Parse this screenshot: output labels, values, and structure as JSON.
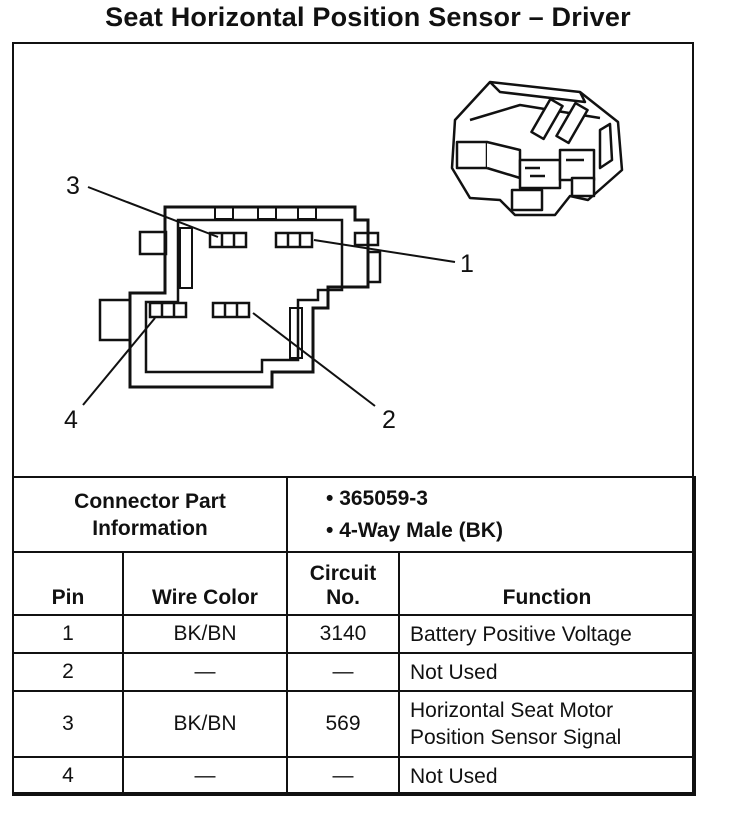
{
  "title": "Seat Horizontal Position Sensor – Driver",
  "diagram": {
    "pin_labels": [
      "1",
      "2",
      "3",
      "4"
    ]
  },
  "connector_info": {
    "label_line1": "Connector Part",
    "label_line2": "Information",
    "items": [
      "365059-3",
      "4-Way Male (BK)"
    ]
  },
  "table": {
    "headers": {
      "pin": "Pin",
      "wire_color": "Wire Color",
      "circuit_line1": "Circuit",
      "circuit_line2": "No.",
      "function": "Function"
    },
    "rows": [
      {
        "pin": "1",
        "wire_color": "BK/BN",
        "circuit": "3140",
        "function_line1": "Battery Positive Voltage",
        "function_line2": ""
      },
      {
        "pin": "2",
        "wire_color": "—",
        "circuit": "—",
        "function_line1": "Not Used",
        "function_line2": ""
      },
      {
        "pin": "3",
        "wire_color": "BK/BN",
        "circuit": "569",
        "function_line1": "Horizontal Seat Motor",
        "function_line2": "Position Sensor Signal"
      },
      {
        "pin": "4",
        "wire_color": "—",
        "circuit": "—",
        "function_line1": "Not Used",
        "function_line2": ""
      }
    ]
  }
}
